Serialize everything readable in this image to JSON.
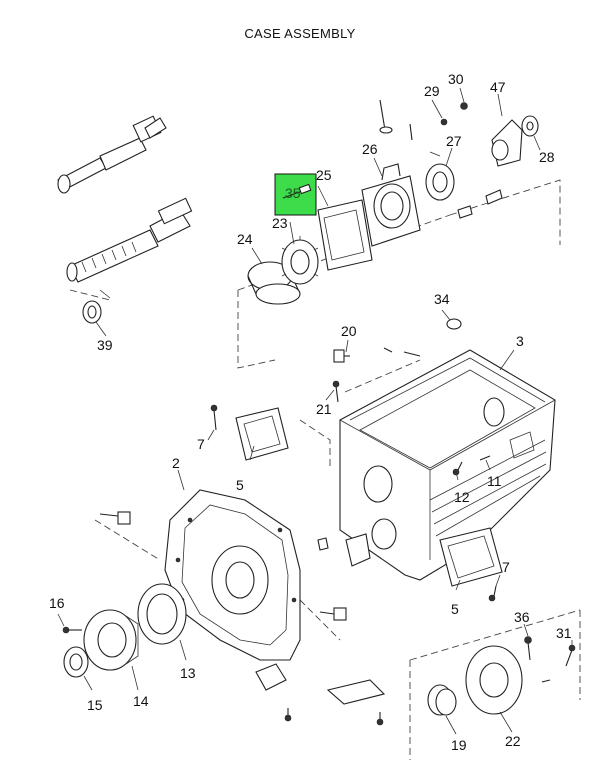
{
  "title": "CASE ASSEMBLY",
  "highlight_color": "#3ddc4a",
  "callouts": {
    "c2": "2",
    "c3": "3",
    "c5a": "5",
    "c5b": "5",
    "c7a": "7",
    "c7b": "7",
    "c11": "11",
    "c12": "12",
    "c13": "13",
    "c14": "14",
    "c15": "15",
    "c16": "16",
    "c19": "19",
    "c20": "20",
    "c21": "21",
    "c22": "22",
    "c23": "23",
    "c24": "24",
    "c25": "25",
    "c26": "26",
    "c27": "27",
    "c28": "28",
    "c29": "29",
    "c30": "30",
    "c31": "31",
    "c34": "34",
    "c35": "35",
    "c36": "36",
    "c39": "39",
    "c47": "47"
  }
}
